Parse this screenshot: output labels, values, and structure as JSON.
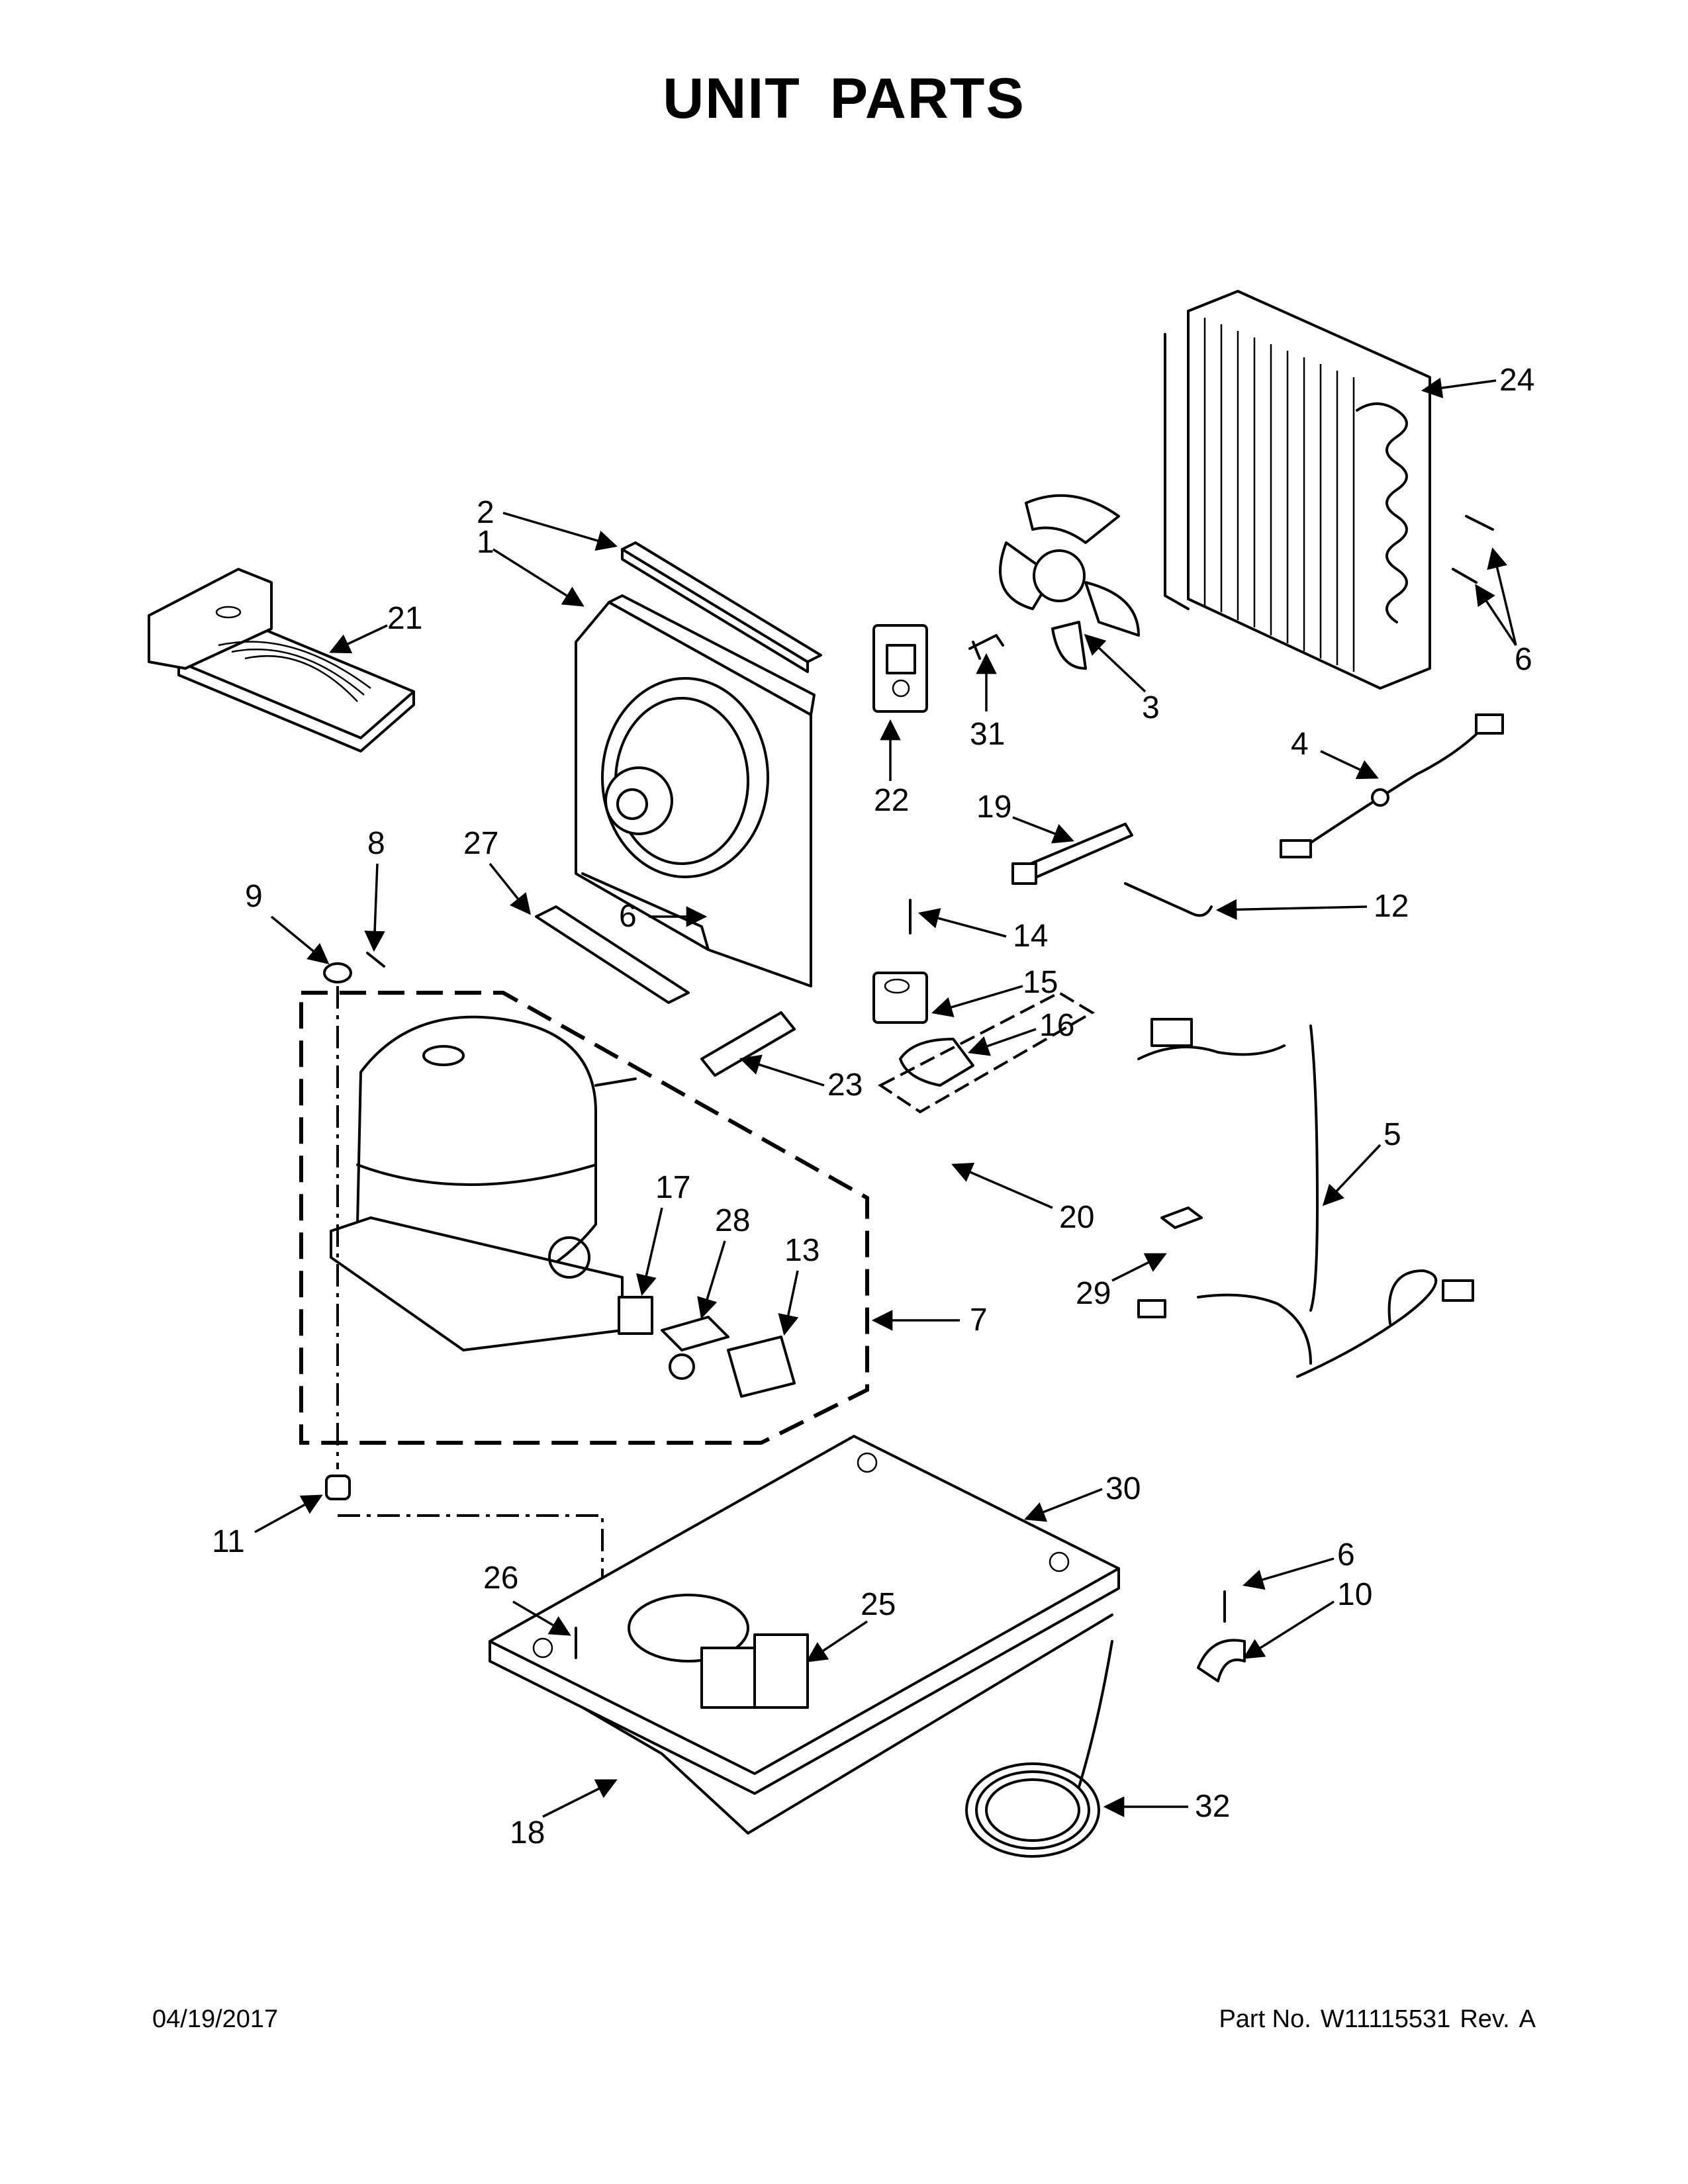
{
  "title": "UNIT PARTS",
  "footer": {
    "date": "04/19/2017",
    "part_no_label": "Part No.",
    "part_no": "W11115531",
    "rev_label": "Rev.",
    "rev": "A"
  },
  "callouts": [
    "1",
    "2",
    "3",
    "4",
    "5",
    "6",
    "7",
    "8",
    "9",
    "10",
    "11",
    "12",
    "13",
    "14",
    "15",
    "16",
    "17",
    "18",
    "19",
    "20",
    "21",
    "22",
    "23",
    "24",
    "25",
    "26",
    "27",
    "28",
    "29",
    "30",
    "31",
    "32"
  ]
}
